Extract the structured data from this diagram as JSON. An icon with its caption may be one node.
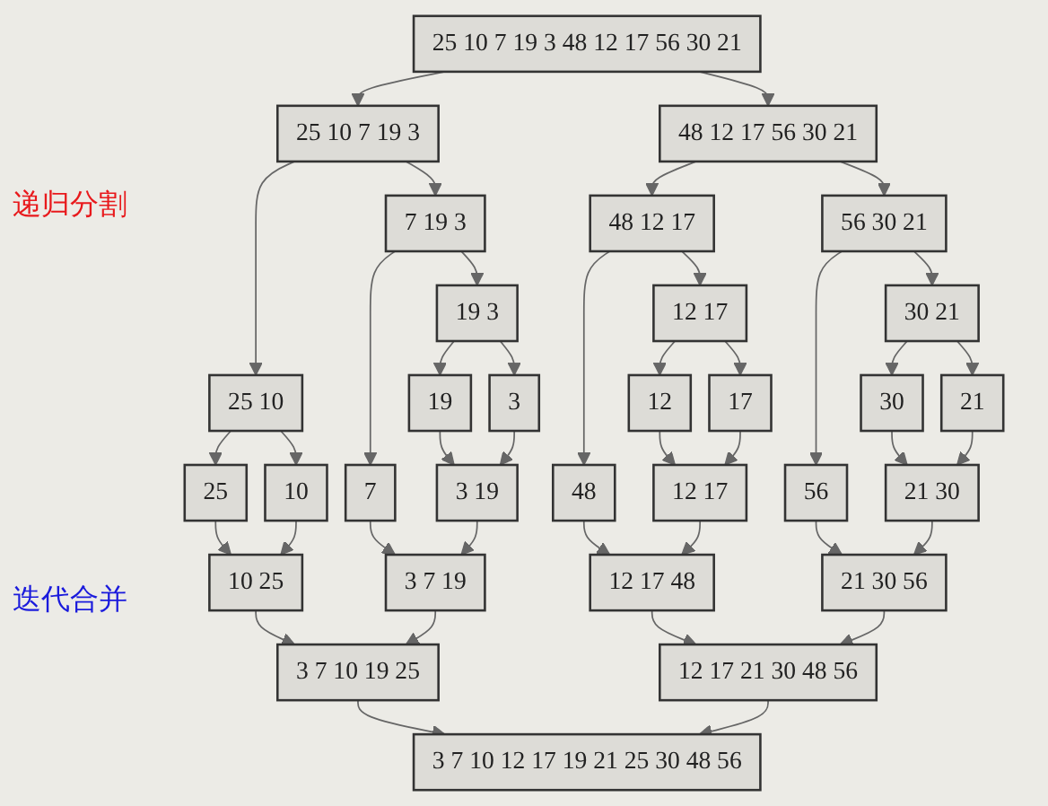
{
  "diagram": {
    "nodes": [
      {
        "text": [
          "25 10 7 19 3 48 12 17 56 30 21"
        ]
      },
      {
        "text": [
          "25 10 7 19 3"
        ]
      },
      {
        "text": [
          "48 12 17 56 30 21"
        ]
      },
      {
        "text": [
          "25 10"
        ]
      },
      {
        "text": [
          "7 19 3"
        ]
      },
      {
        "text": [
          "48 12 17"
        ]
      },
      {
        "text": [
          "56 30 21"
        ]
      },
      {
        "text": [
          "25"
        ]
      },
      {
        "text": [
          "10"
        ]
      },
      {
        "text": [
          "7"
        ]
      },
      {
        "text": [
          "19 3"
        ]
      },
      {
        "text": [
          "48"
        ]
      },
      {
        "text": [
          "12 17"
        ]
      },
      {
        "text": [
          "56"
        ]
      },
      {
        "text": [
          "30 21"
        ]
      },
      {
        "text": [
          "10 25"
        ]
      },
      {
        "text": [
          "19"
        ]
      },
      {
        "text": [
          "3"
        ]
      },
      {
        "text": [
          "12"
        ]
      },
      {
        "text": [
          "17"
        ]
      },
      {
        "text": [
          "30"
        ]
      },
      {
        "text": [
          "21"
        ]
      },
      {
        "text": [
          "3 19"
        ]
      },
      {
        "text": [
          "12 17"
        ]
      },
      {
        "text": [
          "21 30"
        ]
      },
      {
        "text": [
          "3 7 19"
        ]
      },
      {
        "text": [
          "12 17 48"
        ]
      },
      {
        "text": [
          "21 30 56"
        ]
      },
      {
        "text": [
          "3 7 10 19 25"
        ]
      },
      {
        "text": [
          "12 17 21 30 48 56"
        ]
      },
      {
        "text": [
          "3 7 10 12 17 19 21 25 30 48 56"
        ]
      }
    ],
    "edges": [
      {
        "from": 0,
        "to": 1,
        "arrow": "to"
      },
      {
        "from": 0,
        "to": 2,
        "arrow": "to"
      },
      {
        "from": 1,
        "to": 3,
        "arrow": "to"
      },
      {
        "from": 1,
        "to": 4,
        "arrow": "to"
      },
      {
        "from": 2,
        "to": 5,
        "arrow": "to"
      },
      {
        "from": 2,
        "to": 6,
        "arrow": "to"
      },
      {
        "from": 3,
        "to": 7,
        "arrow": "to"
      },
      {
        "from": 3,
        "to": 8,
        "arrow": "to"
      },
      {
        "from": 4,
        "to": 9,
        "arrow": "to"
      },
      {
        "from": 4,
        "to": 10,
        "arrow": "to"
      },
      {
        "from": 5,
        "to": 11,
        "arrow": "to"
      },
      {
        "from": 5,
        "to": 12,
        "arrow": "to"
      },
      {
        "from": 6,
        "to": 13,
        "arrow": "to"
      },
      {
        "from": 6,
        "to": 14,
        "arrow": "to"
      },
      {
        "from": 7,
        "to": 15,
        "arrow": "to"
      },
      {
        "from": 8,
        "to": 15,
        "arrow": "to"
      },
      {
        "from": 10,
        "to": 16,
        "arrow": "to"
      },
      {
        "from": 10,
        "to": 17,
        "arrow": "to"
      },
      {
        "from": 12,
        "to": 18,
        "arrow": "to"
      },
      {
        "from": 12,
        "to": 19,
        "arrow": "to"
      },
      {
        "from": 14,
        "to": 20,
        "arrow": "to"
      },
      {
        "from": 14,
        "to": 21,
        "arrow": "to"
      },
      {
        "from": 16,
        "to": 22,
        "arrow": "to"
      },
      {
        "from": 17,
        "to": 22,
        "arrow": "to"
      },
      {
        "from": 18,
        "to": 23,
        "arrow": "to"
      },
      {
        "from": 19,
        "to": 23,
        "arrow": "to"
      },
      {
        "from": 20,
        "to": 24,
        "arrow": "to"
      },
      {
        "from": 21,
        "to": 24,
        "arrow": "to"
      },
      {
        "from": 9,
        "to": 25,
        "arrow": "to"
      },
      {
        "from": 22,
        "to": 25,
        "arrow": "to"
      },
      {
        "from": 11,
        "to": 26,
        "arrow": "to"
      },
      {
        "from": 23,
        "to": 26,
        "arrow": "to"
      },
      {
        "from": 13,
        "to": 27,
        "arrow": "to"
      },
      {
        "from": 24,
        "to": 27,
        "arrow": "to"
      },
      {
        "from": 15,
        "to": 28,
        "arrow": "to"
      },
      {
        "from": 25,
        "to": 28,
        "arrow": "to"
      },
      {
        "from": 26,
        "to": 29,
        "arrow": "to"
      },
      {
        "from": 27,
        "to": 29,
        "arrow": "to"
      },
      {
        "from": 28,
        "to": 30,
        "arrow": "to"
      },
      {
        "from": 29,
        "to": 30,
        "arrow": "to"
      }
    ],
    "labels": [
      "递归分割",
      "迭代合并"
    ]
  }
}
